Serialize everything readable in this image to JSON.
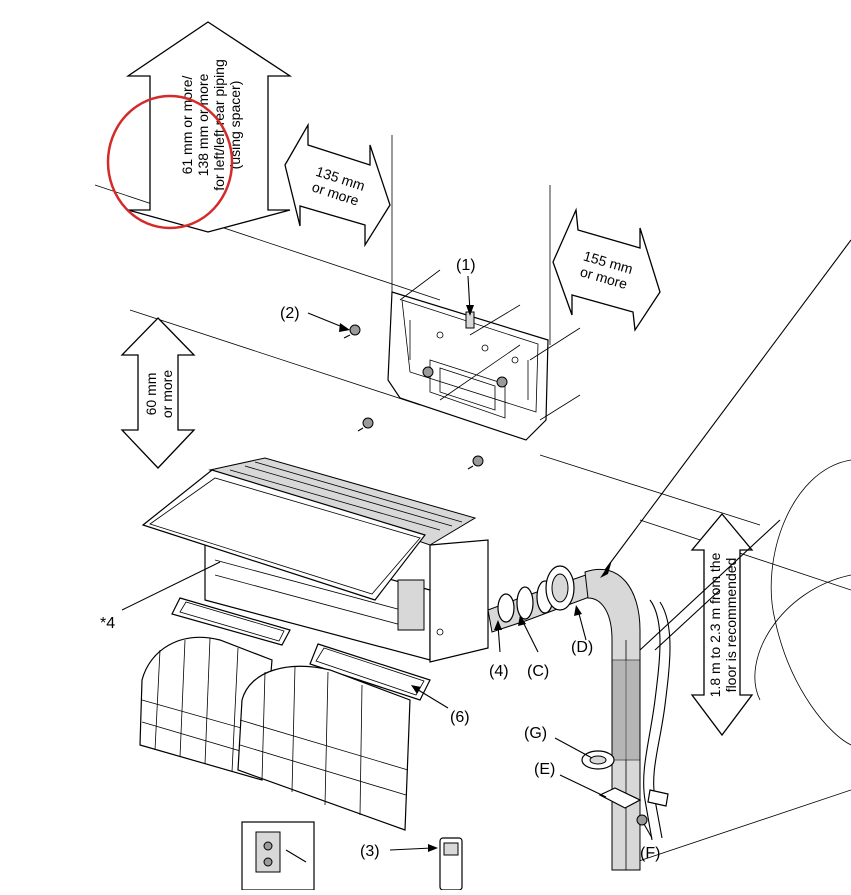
{
  "dimensions": {
    "top_clearance": [
      "61 mm or more/",
      "138 mm or more",
      "for left/left rear piping",
      "(using spacer)"
    ],
    "left_clearance": [
      "135 mm",
      "or more"
    ],
    "right_clearance": [
      "155 mm",
      "or more"
    ],
    "bottom_clearance": [
      "60 mm",
      "or more"
    ],
    "floor_height": [
      "1.8 m to 2.3 m from the",
      "floor is recommended"
    ]
  },
  "labels": {
    "p1": "(1)",
    "p2": "(2)",
    "p3": "(3)",
    "p4": "(4)",
    "p4_star": "*4",
    "p6": "(6)",
    "pC": "(C)",
    "pD": "(D)",
    "pE": "(E)",
    "pF": "(F)",
    "pG": "(G)"
  },
  "colors": {
    "highlight_circle": "#d42a2a",
    "line": "#000000"
  }
}
